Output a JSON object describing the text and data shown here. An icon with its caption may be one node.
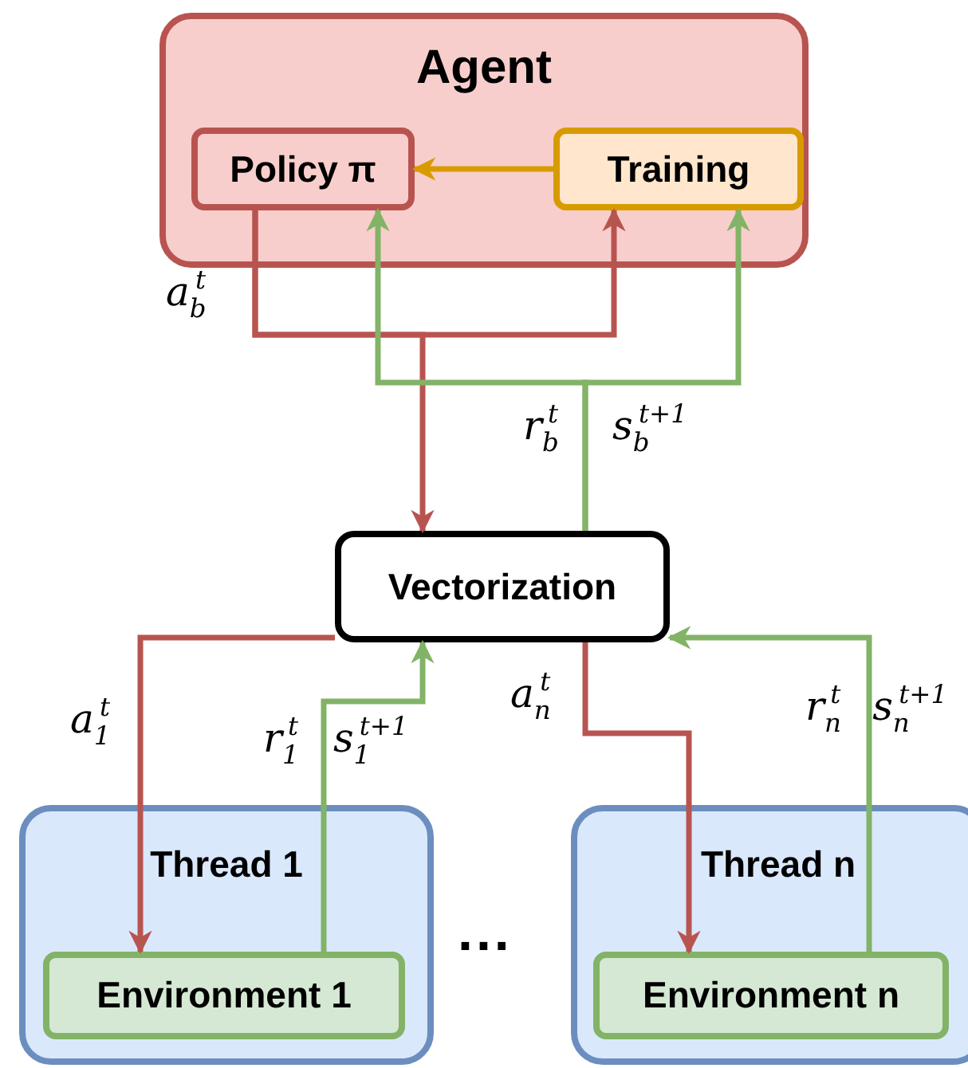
{
  "diagram": {
    "nodes": [
      {
        "text": [
          "Agent"
        ]
      },
      {
        "text": [
          "Policy π"
        ],
        "in": 0
      },
      {
        "text": [
          "Training"
        ],
        "in": 0
      },
      {
        "text": [
          "Vectorization"
        ]
      },
      {
        "text": [
          "Thread 1"
        ]
      },
      {
        "text": [
          "Environment 1"
        ],
        "in": 4
      },
      {
        "text": [
          "Thread n"
        ]
      },
      {
        "text": [
          "Environment n"
        ],
        "in": 6
      }
    ],
    "edges": [
      {
        "from": 2,
        "to": 1,
        "arrow": "to",
        "color": "#d79b00"
      },
      {
        "from": 1,
        "to": 3,
        "arrow": "to",
        "label": "a$_{b}$$^{t}$",
        "color": "#b85450"
      },
      {
        "from": 1,
        "to": 2,
        "arrow": "to",
        "color": "#b85450"
      },
      {
        "from": 3,
        "to": 1,
        "arrow": "to",
        "label": "r$_{b}$$^{t}$ s$_{b}$$^{t+1}$",
        "color": "#82b366"
      },
      {
        "from": 3,
        "to": 2,
        "arrow": "to",
        "color": "#82b366"
      },
      {
        "from": 3,
        "to": 5,
        "arrow": "to",
        "label": "a$_{1}$$^{t}$",
        "color": "#b85450"
      },
      {
        "from": 5,
        "to": 3,
        "arrow": "to",
        "label": "r$_{1}$$^{t}$ s$_{1}$$^{t+1}$",
        "color": "#82b366"
      },
      {
        "from": 3,
        "to": 7,
        "arrow": "to",
        "label": "a$_{n}$$^{t}$",
        "color": "#b85450"
      },
      {
        "from": 7,
        "to": 3,
        "arrow": "to",
        "label": "r$_{n}$$^{t}$ s$_{n}$$^{t+1}$",
        "color": "#82b366"
      }
    ],
    "labels": [
      "..."
    ]
  }
}
